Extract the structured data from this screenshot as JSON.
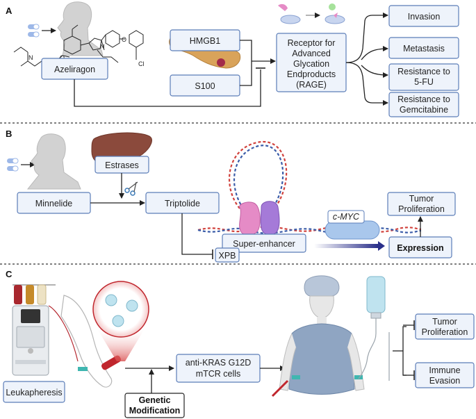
{
  "panels": {
    "a": {
      "letter": "A",
      "drug": "Azeliragon",
      "ligands": [
        "HMGB1",
        "S100"
      ],
      "receptor_lines": [
        "Receptor for",
        "Advanced",
        "Glycation",
        "Endproducts",
        "(RAGE)"
      ],
      "outcomes": [
        {
          "lines": [
            "Invasion"
          ]
        },
        {
          "lines": [
            "Metastasis"
          ]
        },
        {
          "lines": [
            "Resistance to",
            "5-FU"
          ]
        },
        {
          "lines": [
            "Resistance to",
            "Gemcitabine"
          ]
        }
      ],
      "chem_atoms": {
        "n": "N",
        "n2": "N",
        "o1": "O",
        "o2": "O",
        "cl": "Cl"
      }
    },
    "b": {
      "letter": "B",
      "prodrug": "Minnelide",
      "enzyme": "Estrases",
      "drug": "Triptolide",
      "target": "XPB",
      "enhancer": "Super-enhancer",
      "gene": "c-MYC",
      "expression": "Expression",
      "outcome_lines": [
        "Tumor",
        "Proliferation"
      ]
    },
    "c": {
      "letter": "C",
      "procedure": "Leukapheresis",
      "modification_lines": [
        "Genetic",
        "Modification"
      ],
      "cells_lines": [
        "anti-KRAS G12D",
        "mTCR cells"
      ],
      "outcomes": [
        {
          "lines": [
            "Tumor",
            "Proliferation"
          ]
        },
        {
          "lines": [
            "Immune",
            "Evasion"
          ]
        }
      ]
    }
  },
  "colors": {
    "box_fill": "#eef3fb",
    "box_stroke": "#5b7db8",
    "pancreas": "#d9a35a",
    "liver": "#8b4a3c",
    "dna_red": "#d0413c",
    "dna_blue": "#3b5ca8",
    "protein_pink": "#e58bc6",
    "protein_purple": "#a57ad8",
    "myc_blue": "#a9c7ec",
    "arrow_navy": "#2a2f8a",
    "cell_blue": "#bfe3ef",
    "blood_red": "#c0262d"
  },
  "icons": [
    "pill-icon",
    "human-head-icon",
    "pancreas-icon",
    "receptor-icon",
    "liver-icon",
    "scissors-icon",
    "dna-loop-icon",
    "apheresis-machine-icon",
    "arm-icon",
    "magnified-cells-icon",
    "patient-icon",
    "iv-bag-icon"
  ]
}
